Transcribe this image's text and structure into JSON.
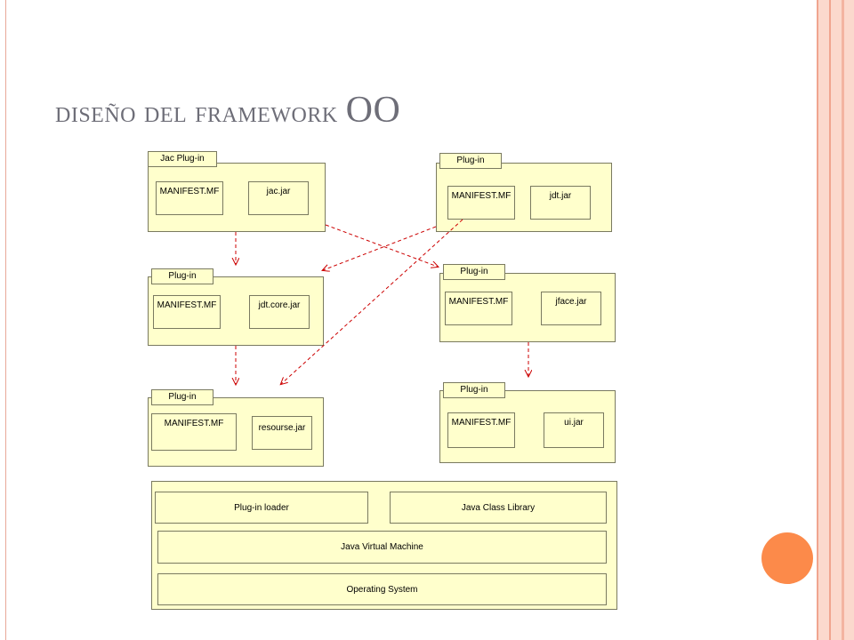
{
  "slide": {
    "title_main": "diseño del framework ",
    "title_tail": "OO"
  },
  "diagram": {
    "packages": [
      {
        "tab": "Jac Plug-in",
        "manifest": "MANIFEST.MF",
        "jar": "jac.jar"
      },
      {
        "tab": "Plug-in",
        "manifest": "MANIFEST.MF",
        "jar": "jdt.jar"
      },
      {
        "tab": "Plug-in",
        "manifest": "MANIFEST.MF",
        "jar": "jdt.core.jar"
      },
      {
        "tab": "Plug-in",
        "manifest": "MANIFEST.MF",
        "jar": "jface.jar"
      },
      {
        "tab": "Plug-in",
        "manifest": "MANIFEST.MF",
        "jar": "resourse.jar"
      },
      {
        "tab": "Plug-in",
        "manifest": "MANIFEST.MF",
        "jar": "ui.jar"
      }
    ],
    "layers": {
      "plugin_loader": "Plug-in loader",
      "java_class_library": "Java Class Library",
      "jvm": "Java Virtual Machine",
      "os": "Operating System"
    }
  },
  "colors": {
    "box_fill": "#ffffcc",
    "box_border": "#7a7a60",
    "arrow": "#cc0000",
    "accent_dot": "#fc8a4a",
    "frame": "#f0a58f"
  }
}
